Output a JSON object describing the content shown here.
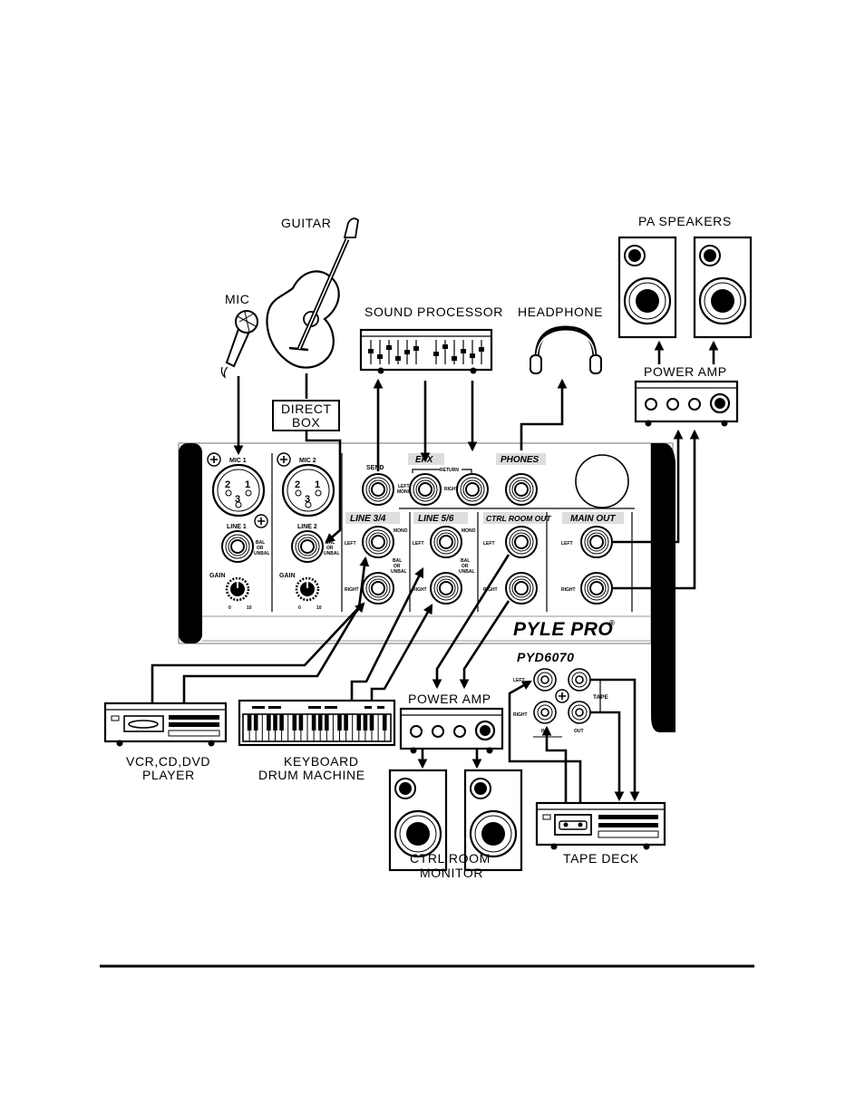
{
  "devices": {
    "guitar": "GUITAR",
    "mic": "MIC",
    "direct_box": [
      "DIRECT",
      "BOX"
    ],
    "sound_processor": "SOUND  PROCESSOR",
    "headphone": "HEADPHONE",
    "pa_speakers": "PA  SPEAKERS",
    "power_amp_main": "POWER  AMP",
    "power_amp_ctrl": "POWER  AMP",
    "vcr": [
      "VCR,CD,DVD",
      "PLAYER"
    ],
    "keyboard": [
      "KEYBOARD",
      "DRUM  MACHINE"
    ],
    "ctrl_room_monitor": [
      "CTRL  ROOM",
      "MONITOR"
    ],
    "tape_deck": "TAPE  DECK"
  },
  "mixer": {
    "brand": "PYLE PRO",
    "registered": "®",
    "model": "PYD6070",
    "mic1": "MIC 1",
    "mic2": "MIC 2",
    "line1": "LINE 1",
    "line2": "LINE 2",
    "gain": "GAIN",
    "gain_min": "0",
    "gain_max": "10",
    "xlr_pins": [
      "2",
      "1",
      "3"
    ],
    "bal": [
      "BAL",
      "OR",
      "UNBAL"
    ],
    "send": "SEND",
    "efx": "EFX",
    "return": "RETURN",
    "left": "LEFT",
    "right": "RIGHT",
    "mono": "MONO",
    "phones": "PHONES",
    "line34": "LINE 3/4",
    "line56": "LINE 5/6",
    "ctrl_room_out": "CTRL ROOM OUT",
    "main_out": "MAIN OUT",
    "tape": "TAPE",
    "tape_in": "IN",
    "tape_out": "OUT"
  }
}
